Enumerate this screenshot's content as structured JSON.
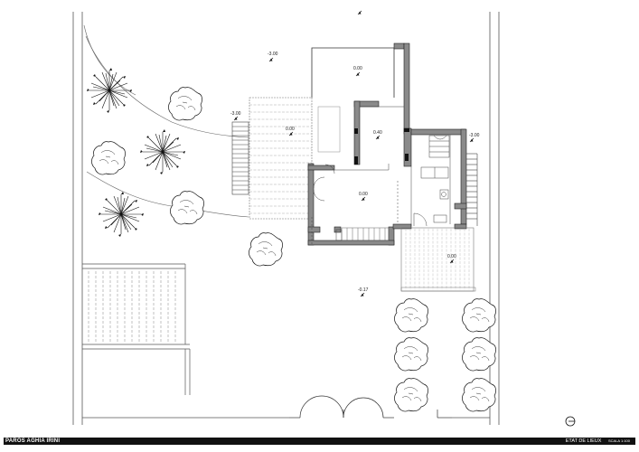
{
  "title_block": {
    "project": "PAROS AGHIA IRINI",
    "drawing": "ETAT DE LIEUX",
    "scale": "SCALA 1:100"
  },
  "levels": [
    {
      "id": "lvl-top",
      "label": "-3.00"
    },
    {
      "id": "lvl-room-upper",
      "label": "0.00"
    },
    {
      "id": "lvl-left-terrace",
      "label": "-3.00"
    },
    {
      "id": "lvl-terrace",
      "label": "0.00"
    },
    {
      "id": "lvl-room-mid",
      "label": "0.40"
    },
    {
      "id": "lvl-stair",
      "label": "-3.00"
    },
    {
      "id": "lvl-main-room",
      "label": "0.00"
    },
    {
      "id": "lvl-right-deck",
      "label": "0.00"
    },
    {
      "id": "lvl-yard",
      "label": "-0.17"
    }
  ],
  "north_icon": "north-arrow-icon"
}
